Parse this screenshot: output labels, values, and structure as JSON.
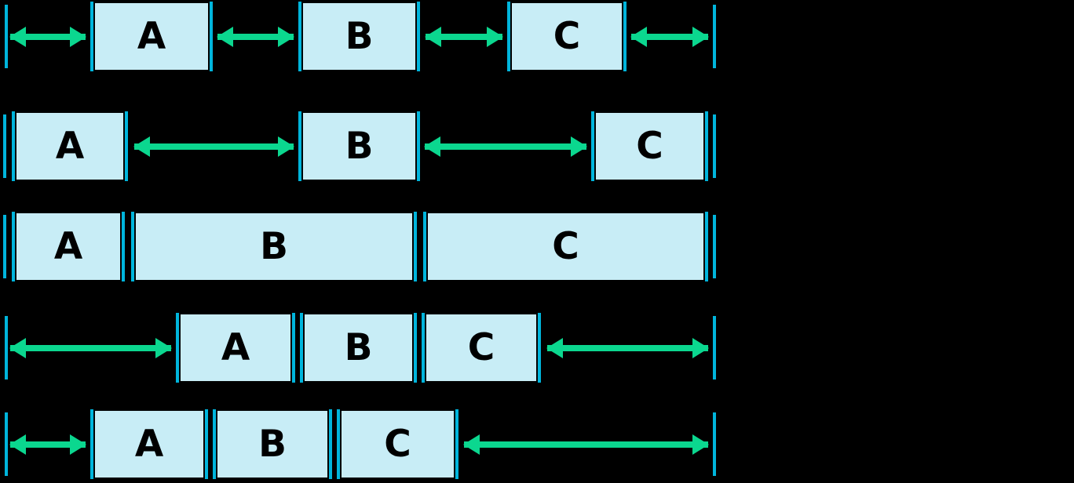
{
  "figure": {
    "colors": {
      "background": "#000000",
      "item_fill": "#c8edf6",
      "edge_bar": "#00b5dc",
      "free_space_arrow": "#0bd78f",
      "item_label": "#000000"
    }
  },
  "rows": [
    {
      "items": [
        "A",
        "B",
        "C"
      ]
    },
    {
      "items": [
        "A",
        "B",
        "C"
      ]
    },
    {
      "items": [
        "A",
        "B",
        "C"
      ]
    },
    {
      "items": [
        "A",
        "B",
        "C"
      ]
    },
    {
      "items": [
        "A",
        "B",
        "C"
      ]
    }
  ]
}
